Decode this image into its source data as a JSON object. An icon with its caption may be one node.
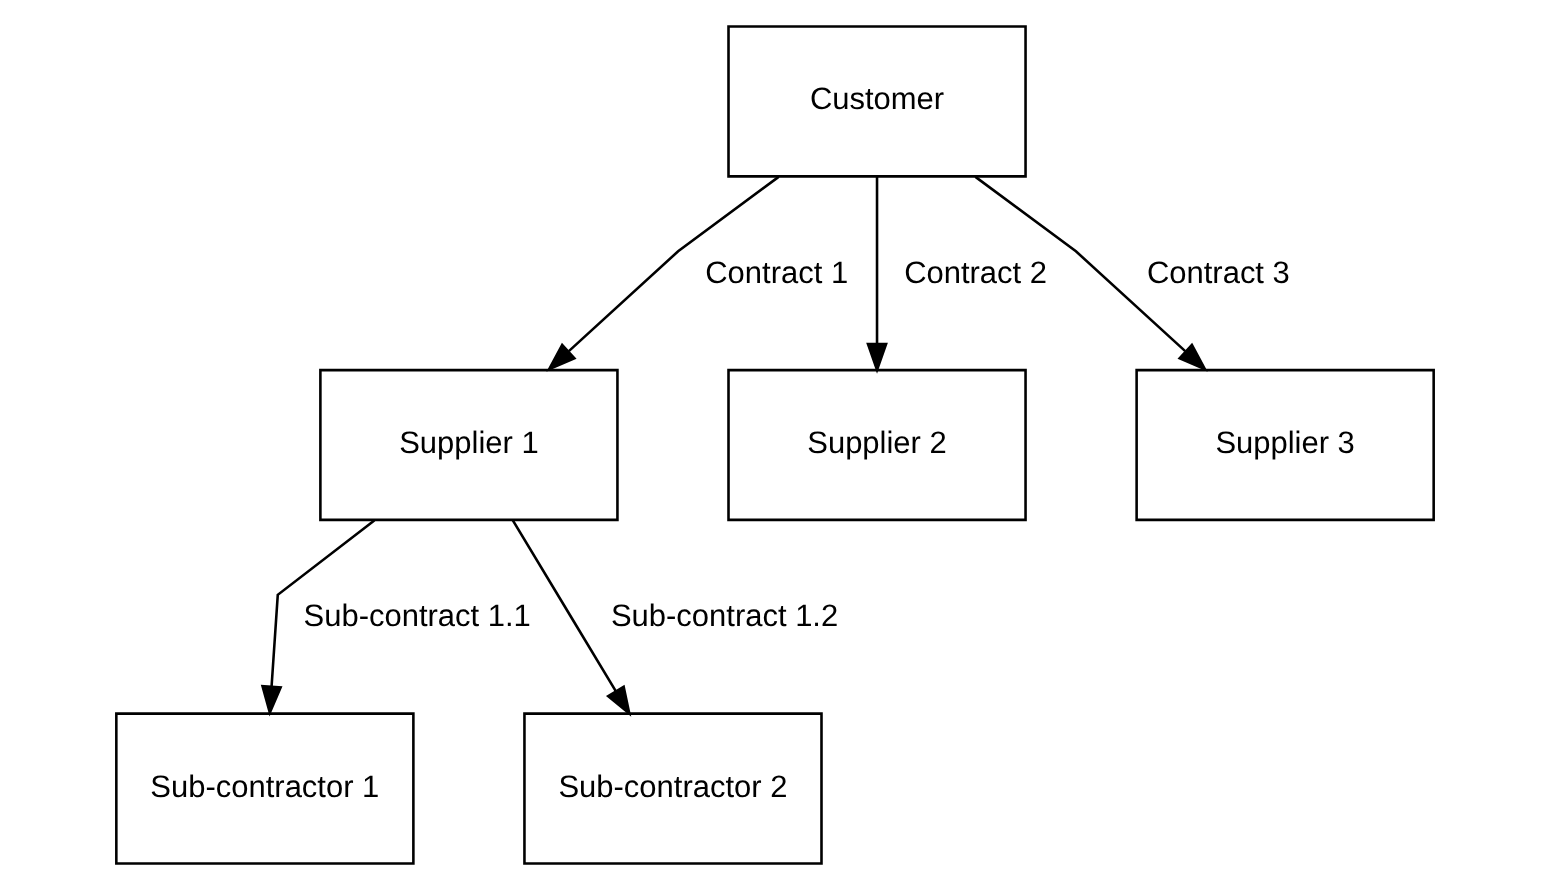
{
  "diagram": {
    "nodes": [
      {
        "text": [
          "Customer"
        ]
      },
      {
        "text": [
          "Supplier 1"
        ]
      },
      {
        "text": [
          "Supplier 2"
        ]
      },
      {
        "text": [
          "Supplier 3"
        ]
      },
      {
        "text": [
          "Sub-contractor 1"
        ]
      },
      {
        "text": [
          "Sub-contractor 2"
        ]
      }
    ],
    "edges": [
      {
        "from": 0,
        "to": 1,
        "arrow": "to",
        "label": "Contract 1"
      },
      {
        "from": 0,
        "to": 2,
        "arrow": "to",
        "label": "Contract 2"
      },
      {
        "from": 0,
        "to": 3,
        "arrow": "to",
        "label": "Contract 3"
      },
      {
        "from": 1,
        "to": 4,
        "arrow": "to",
        "label": "Sub-contract 1.1"
      },
      {
        "from": 1,
        "to": 5,
        "arrow": "to",
        "label": "Sub-contract 1.2"
      }
    ]
  }
}
